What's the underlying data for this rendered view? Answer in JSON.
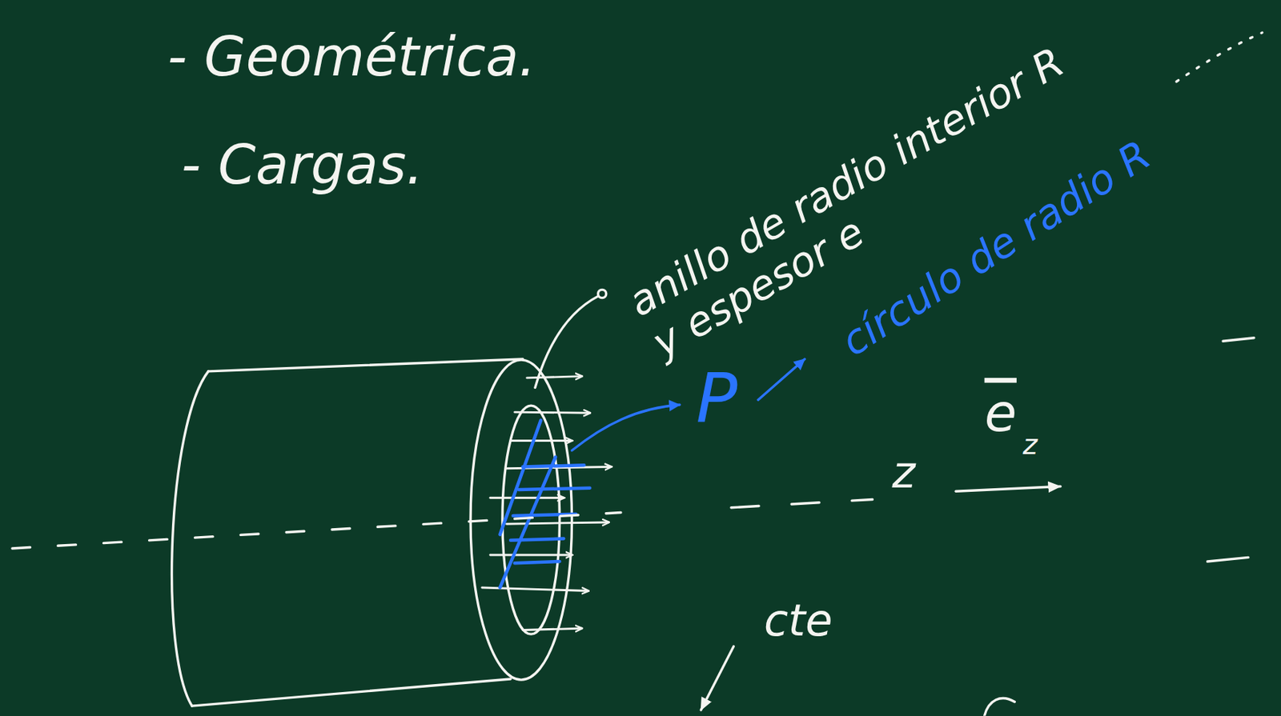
{
  "diagram": {
    "labels": [
      "- Geométrica.",
      "- Cargas.",
      "anillo de radio interior R y espesor e",
      "P",
      "círculo de radio R",
      "z",
      "e",
      "z",
      "cte"
    ]
  }
}
